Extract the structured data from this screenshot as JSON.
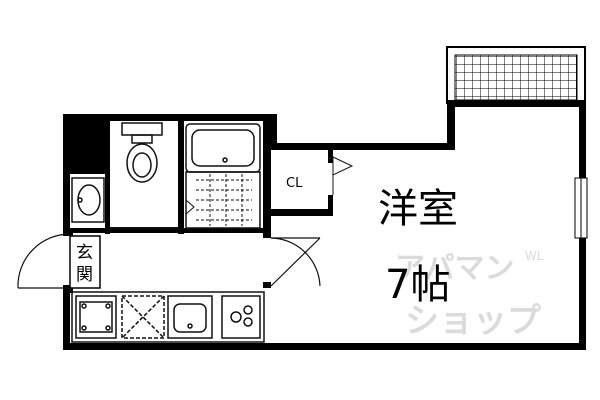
{
  "floor_plan": {
    "room_name": "洋室",
    "room_size": "7帖",
    "closet_label": "CL",
    "entrance_label_top": "玄",
    "entrance_label_bottom": "関",
    "watermark_line1": "アパマン",
    "watermark_line2": "ショップ",
    "watermark_side": "WL"
  },
  "colors": {
    "wall": "#000000",
    "background": "#ffffff",
    "watermark": "#c8c8c8",
    "fixture_line": "#111111"
  }
}
